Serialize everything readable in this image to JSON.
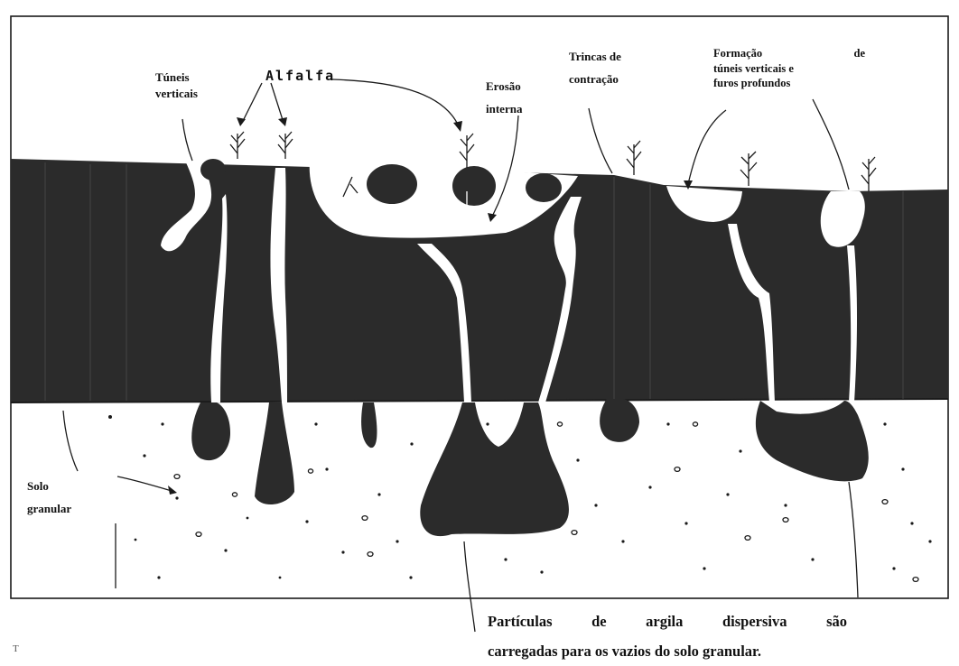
{
  "labels": {
    "tuneis": [
      "Túneis",
      "verticais"
    ],
    "alfalfa": "Alfalfa",
    "erosao": [
      "Erosão",
      "interna"
    ],
    "trincas": [
      "Trincas de",
      "contração"
    ],
    "formacao": [
      "Formação de",
      "túneis verticais e",
      "furos profundos"
    ],
    "solo": [
      "Solo",
      "granular"
    ],
    "particulas": [
      "Partículas de argila dispersiva são",
      "carregadas para os vazios do solo granular."
    ],
    "corner": "T"
  },
  "colors": {
    "clay": "#2b2b2b",
    "line": "#1a1a1a",
    "background": "#ffffff"
  }
}
